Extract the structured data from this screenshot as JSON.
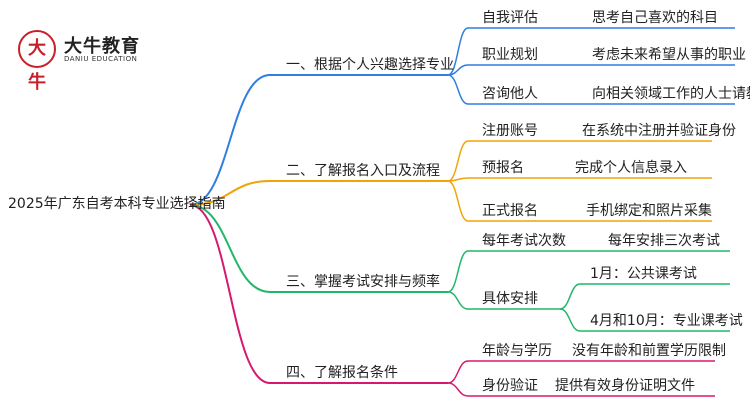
{
  "logo": {
    "badge_text": "大牛",
    "name_cn": "大牛教育",
    "name_en": "DANIU EDUCATION"
  },
  "mindmap": {
    "root": "2025年广东自考本科专业选择指南",
    "branches": [
      {
        "label": "一、根据个人兴趣选择专业",
        "color": "#2f7fe0",
        "children": [
          {
            "label": "自我评估",
            "leaf": "思考自己喜欢的科目"
          },
          {
            "label": "职业规划",
            "leaf": "考虑未来希望从事的职业"
          },
          {
            "label": "咨询他人",
            "leaf": "向相关领域工作的人士请教"
          }
        ]
      },
      {
        "label": "二、了解报名入口及流程",
        "color": "#f0a30a",
        "children": [
          {
            "label": "注册账号",
            "leaf": "在系统中注册并验证身份"
          },
          {
            "label": "预报名",
            "leaf": "完成个人信息录入"
          },
          {
            "label": "正式报名",
            "leaf": "手机绑定和照片采集"
          }
        ]
      },
      {
        "label": "三、掌握考试安排与频率",
        "color": "#21b66a",
        "children": [
          {
            "label": "每年考试次数",
            "leaf": "每年安排三次考试"
          },
          {
            "label": "具体安排",
            "leaves": [
              "1月：公共课考试",
              "4月和10月：专业课考试"
            ]
          }
        ]
      },
      {
        "label": "四、了解报名条件",
        "color": "#d6196e",
        "children": [
          {
            "label": "年龄与学历",
            "leaf": "没有年龄和前置学历限制"
          },
          {
            "label": "身份验证",
            "leaf": "提供有效身份证明文件"
          }
        ]
      }
    ]
  }
}
